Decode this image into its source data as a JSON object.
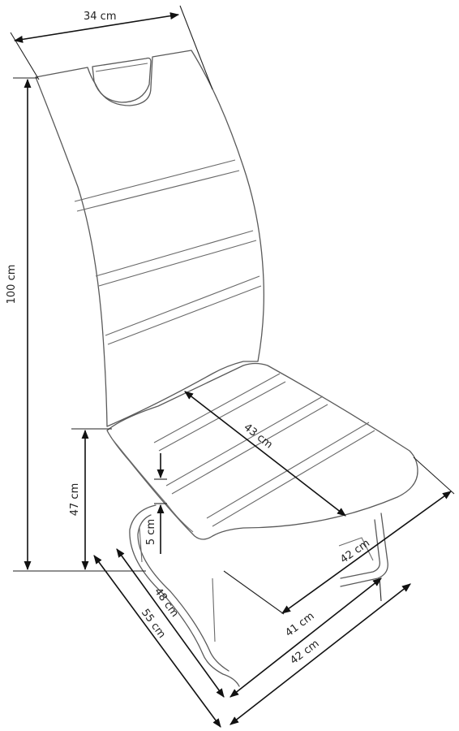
{
  "dimensions": {
    "back_width": "34 cm",
    "total_height": "100 cm",
    "seat_height": "47 cm",
    "seat_depth": "43 cm",
    "seat_thickness": "5 cm",
    "seat_width": "42 cm",
    "frame_depth_inner": "48 cm",
    "frame_depth_outer": "55 cm",
    "base_width_inner": "41 cm",
    "base_width_outer": "42 cm"
  },
  "colors": {
    "outline": "#5a5a5a",
    "dimension_line": "#111111",
    "background": "#ffffff"
  }
}
